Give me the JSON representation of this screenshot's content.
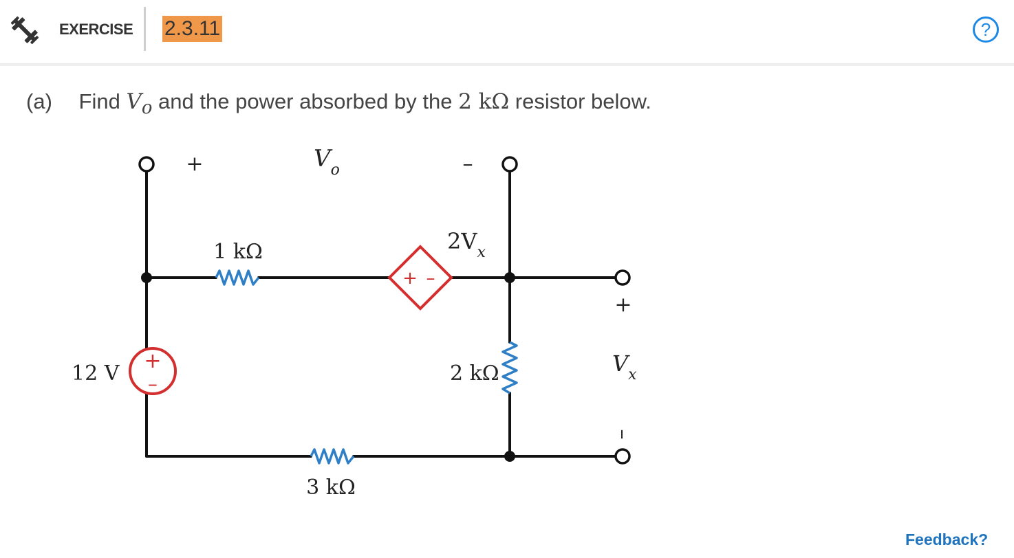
{
  "header": {
    "section_label": "EXERCISE",
    "exercise_number": "2.3.11",
    "help_symbol": "?",
    "accent_color": "#f0984a",
    "help_color": "#1e88e5",
    "icon": "dumbbell-icon"
  },
  "question": {
    "part": "(a)",
    "lead": "Find",
    "var_main": "V",
    "var_sub": "o",
    "mid": "and the power absorbed by the",
    "value": "2 kΩ",
    "tail": "resistor below."
  },
  "circuit": {
    "vo_plus": "+",
    "vo_label_main": "V",
    "vo_label_sub": "o",
    "vo_minus": "–",
    "r1_label": "1 kΩ",
    "dep_source_label_main": "2V",
    "dep_source_label_sub": "x",
    "dep_plus": "+",
    "dep_minus": "–",
    "vx_plus": "+",
    "vx_label_main": "V",
    "vx_label_sub": "x",
    "vx_minus": "–",
    "src_label": "12 V",
    "src_plus": "+",
    "src_minus": "–",
    "r2_label": "2 kΩ",
    "r3_label": "3 kΩ",
    "wire_color": "#111111",
    "resistor_color": "#2f7fc7",
    "source_color": "#d32f2f"
  },
  "footer": {
    "feedback_label": "Feedback?"
  }
}
